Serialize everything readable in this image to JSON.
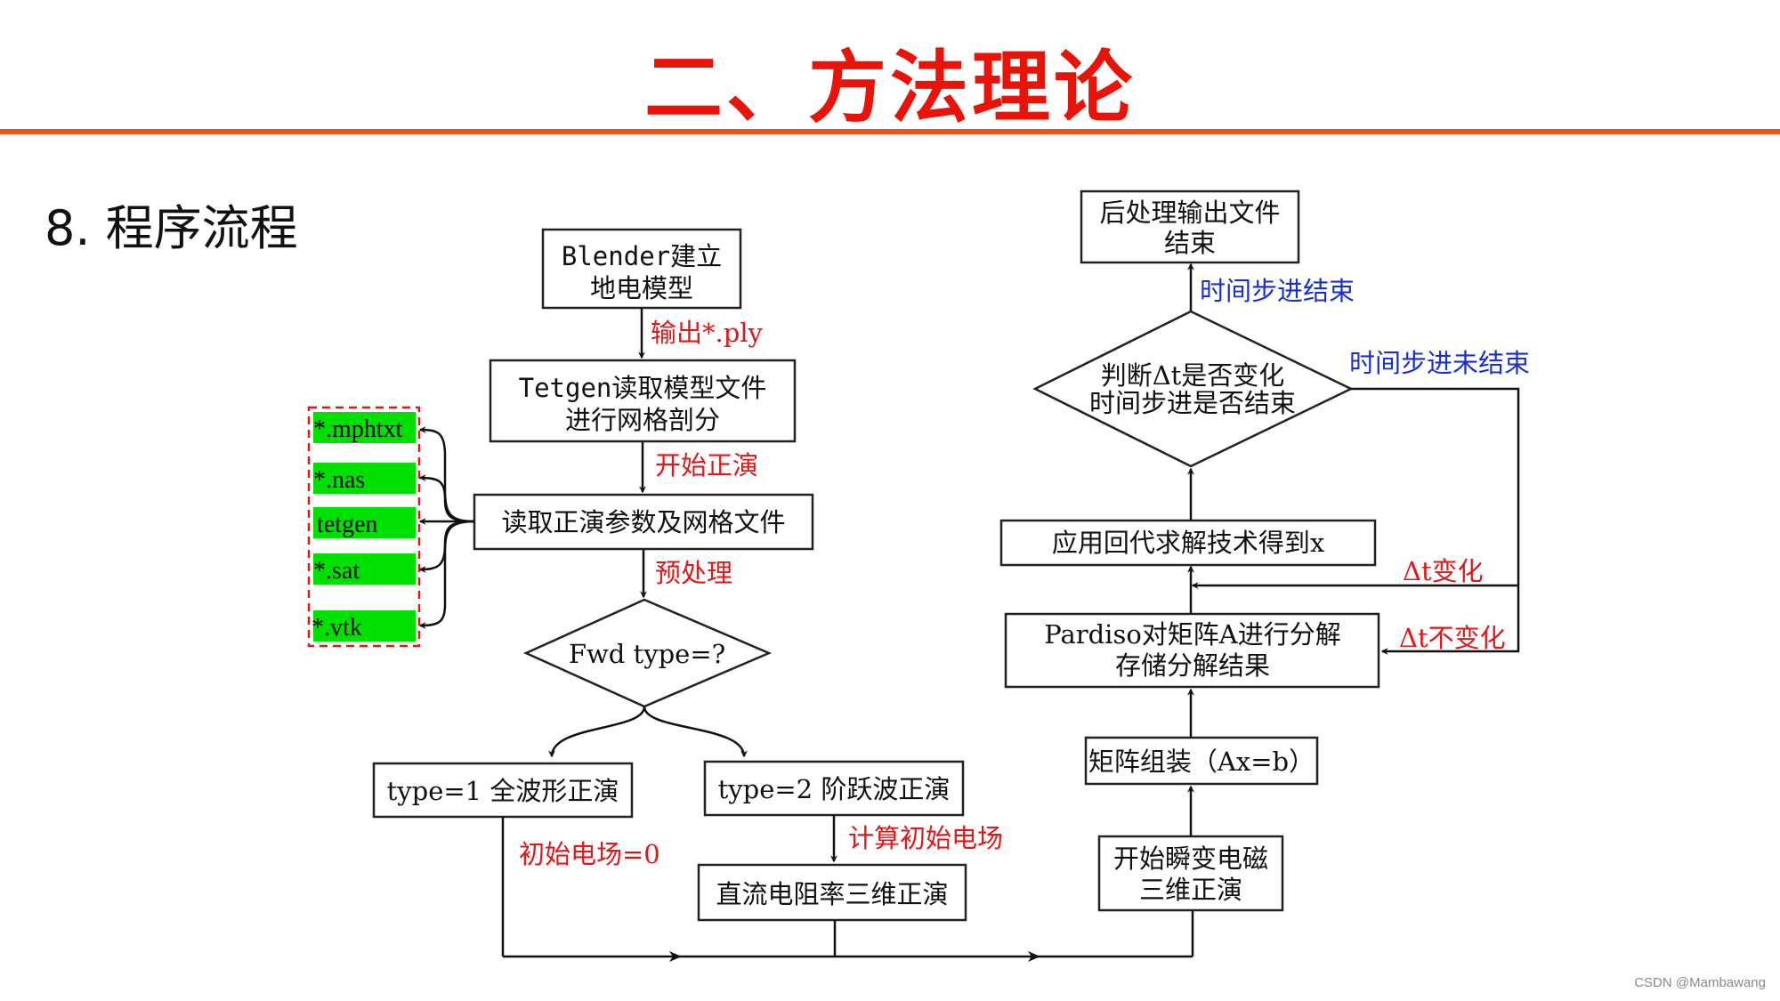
{
  "slide": {
    "title": "二、方法理论",
    "section": "8. 程序流程",
    "watermark": "CSDN @Mambawang"
  },
  "nodes": {
    "blender": {
      "line1": "Blender建立",
      "line2": "地电模型"
    },
    "tetgen": {
      "line1": "Tetgen读取模型文件",
      "line2": "进行网格剖分"
    },
    "read_params": {
      "line1": "读取正演参数及网格文件"
    },
    "fwd_type": {
      "line1": "Fwd type=?"
    },
    "type1": {
      "line1": "type=1 全波形正演"
    },
    "type2": {
      "line1": "type=2 阶跃波正演"
    },
    "dc3d": {
      "line1": "直流电阻率三维正演"
    },
    "start_tem": {
      "line1": "开始瞬变电磁",
      "line2": "三维正演"
    },
    "assemble": {
      "line1": "矩阵组装（Ax=b）"
    },
    "pardiso": {
      "line1": "Pardiso对矩阵A进行分解",
      "line2": "存储分解结果"
    },
    "backsub": {
      "line1": "应用回代求解技术得到x"
    },
    "judge": {
      "line1": "判断Δt是否变化",
      "line2": "时间步进是否结束"
    },
    "post": {
      "line1": "后处理输出文件",
      "line2": "结束"
    }
  },
  "edge_labels": {
    "output_ply": "输出*.ply",
    "start_forward": "开始正演",
    "preprocess": "预处理",
    "init_field_zero": "初始电场=0",
    "compute_init_field": "计算初始电场",
    "dt_changed": "Δt变化",
    "dt_unchanged": "Δt不变化",
    "time_step_done": "时间步进结束",
    "time_step_not_done": "时间步进未结束"
  },
  "mesh_formats": [
    "*.mphtxt",
    "*.nas",
    "tetgen",
    "*.sat",
    "*.vtk"
  ],
  "colors": {
    "title": "#e8140a",
    "rule": "#f0501e",
    "label_red": "#e01818",
    "label_blue": "#1a2fd0",
    "format_fill": "#00e000",
    "format_border": "#e01818"
  }
}
